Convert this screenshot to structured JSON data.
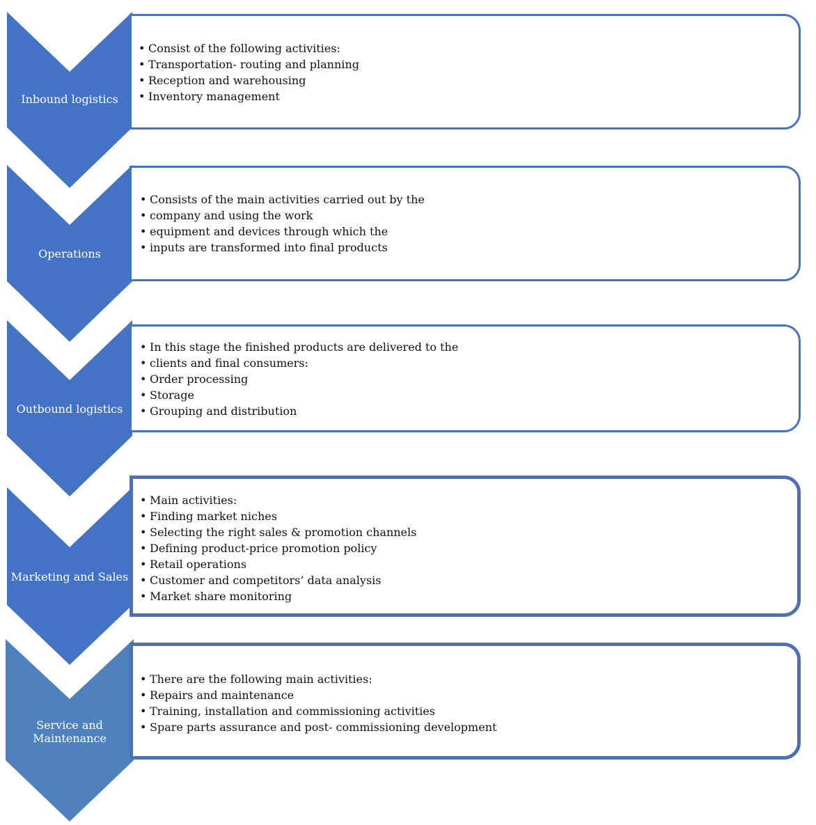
{
  "colors": {
    "chevron_primary": "#4472c4",
    "chevron_last": "#4f81bd",
    "box_border": "#4a72c4"
  },
  "stages": [
    {
      "label": "Inbound logistics",
      "items": [
        "Consist of the following activities:",
        "Transportation- routing and planning",
        "Reception and warehousing",
        "Inventory management"
      ]
    },
    {
      "label": "Operations",
      "items": [
        "Consists of the main activities carried out by the",
        "company and using the work",
        "equipment and devices through which the",
        "inputs are transformed into final products"
      ]
    },
    {
      "label": "Outbound logistics",
      "items": [
        "In this stage the finished products are delivered to the",
        "clients and final consumers:",
        "Order processing",
        "Storage",
        "Grouping and distribution"
      ]
    },
    {
      "label": "Marketing and Sales",
      "items": [
        "Main activities:",
        "Finding market niches",
        "Selecting the right sales & promotion channels",
        "Defining product-price promotion policy",
        "Retail operations",
        "Customer and competitors’ data analysis",
        "Market share monitoring"
      ]
    },
    {
      "label": "Service and\nMaintenance",
      "items": [
        "There are the following main activities:",
        "Repairs and maintenance",
        "Training, installation and commissioning activities",
        "Spare parts assurance and post- commissioning development"
      ]
    }
  ]
}
